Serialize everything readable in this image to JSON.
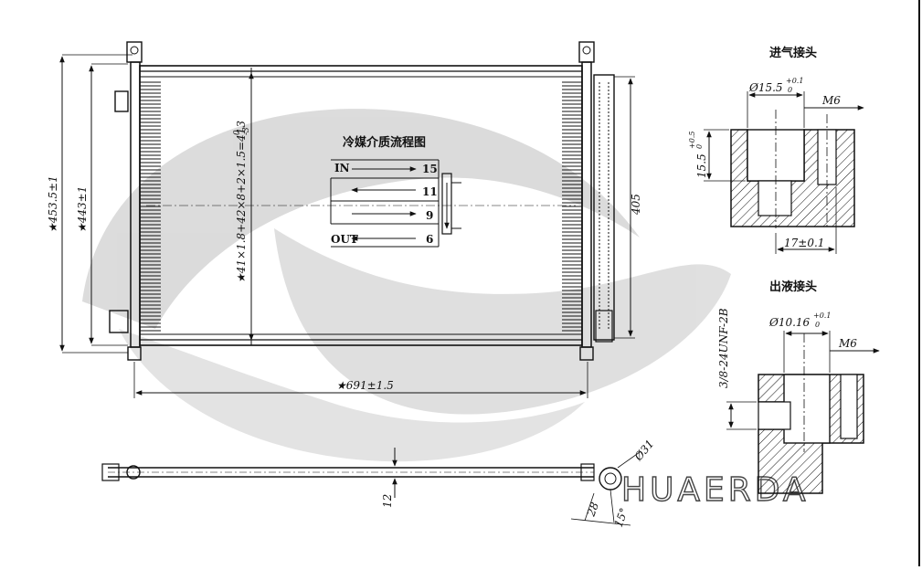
{
  "drawing": {
    "watermark": "HUAERDA",
    "main_view": {
      "dims": {
        "height_outer": "★453.5±1",
        "height_inner": "★443±1",
        "core_spec": "★41×1.8+42×8+2×1.5=413",
        "core_tol_upper": "0",
        "core_tol_lower": "-3",
        "receiver_height": "405",
        "width": "★691±1.5"
      }
    },
    "flow_diagram": {
      "title": "冷媒介质流程图",
      "in_label": "IN",
      "out_label": "OUT",
      "counts": [
        "15",
        "11",
        "9",
        "6"
      ]
    },
    "inlet_fitting": {
      "title": "进气接头",
      "bore": "Ø15.5",
      "bore_tol_upper": "+0.1",
      "bore_tol_lower": "0",
      "thread": "M6",
      "height": "15.5",
      "height_tol_upper": "+0.5",
      "height_tol_lower": "0",
      "pitch": "17±0.1"
    },
    "outlet_fitting": {
      "title": "出液接头",
      "bore": "Ø10.16",
      "bore_tol_upper": "+0.1",
      "bore_tol_lower": "0",
      "thread": "M6",
      "pipe_thread": "3/8-24UNF-2B"
    },
    "side_view": {
      "thickness": "12",
      "diameter": "Ø31",
      "offset": "28",
      "angle": "15°"
    }
  }
}
